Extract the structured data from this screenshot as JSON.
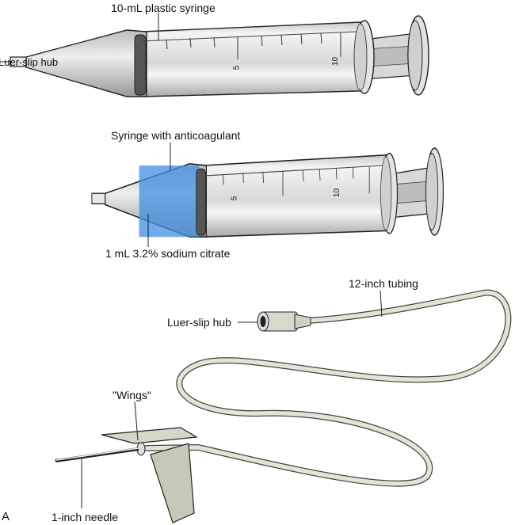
{
  "labels": {
    "syringe1_title": "10-mL plastic syringe",
    "syringe1_hub": "Luer-slip hub",
    "syringe2_title": "Syringe with anticoagulant",
    "syringe2_citrate": "1 mL 3.2% sodium citrate",
    "tubing": "12-inch tubing",
    "tubing_hub": "Luer-slip hub",
    "wings": "\"Wings\"",
    "needle": "1-inch needle",
    "panel": "A"
  },
  "scale_marks": [
    "5",
    "10"
  ],
  "colors": {
    "barrel": "#e6e6e6",
    "citrate": "#3f8fe0",
    "tubing": "#dcdccf"
  }
}
